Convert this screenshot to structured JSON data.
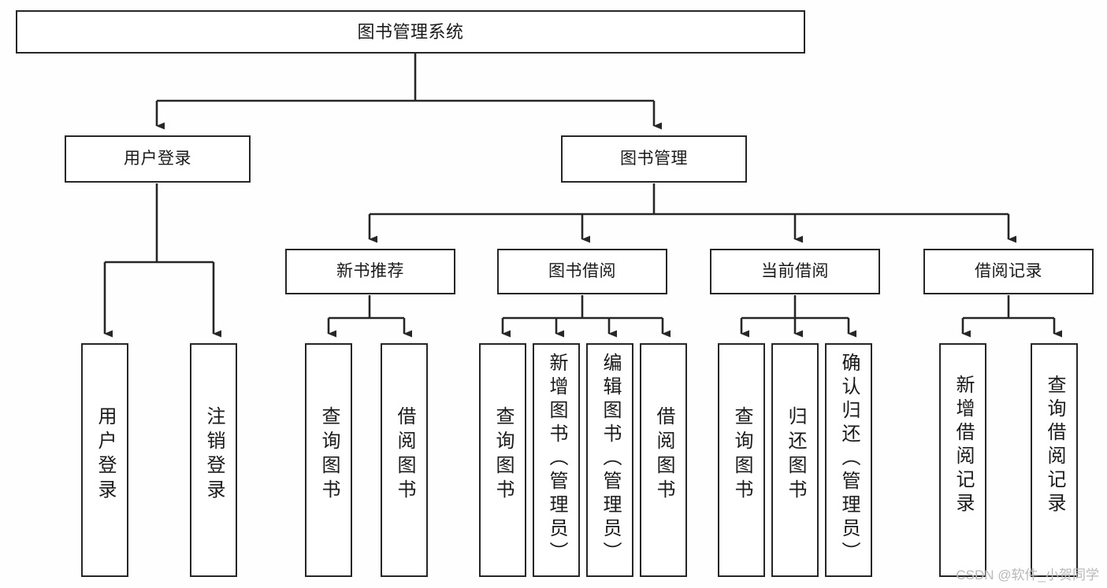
{
  "diagram": {
    "title": "图书管理系统",
    "type": "tree",
    "background_color": "#fefefe",
    "line_color": "#262626",
    "node_fill": "#ffffff",
    "text_color": "#1a1a1a",
    "root": {
      "label": "图书管理系统"
    },
    "level2": [
      {
        "label": "用户登录"
      },
      {
        "label": "图书管理"
      }
    ],
    "level3": [
      {
        "label": "新书推荐"
      },
      {
        "label": "图书借阅"
      },
      {
        "label": "当前借阅"
      },
      {
        "label": "借阅记录"
      }
    ],
    "leaves": {
      "user_login": [
        {
          "label": "用户登录"
        },
        {
          "label": "注销登录"
        }
      ],
      "new_book_recommend": [
        {
          "label": "查询图书"
        },
        {
          "label": "借阅图书"
        }
      ],
      "book_borrow": [
        {
          "label": "查询图书"
        },
        {
          "label": "新增图书（管理员）"
        },
        {
          "label": "编辑图书（管理员）"
        },
        {
          "label": "借阅图书"
        }
      ],
      "current_borrow": [
        {
          "label": "查询图书"
        },
        {
          "label": "归还图书"
        },
        {
          "label": "确认归还（管理员）"
        }
      ],
      "borrow_record": [
        {
          "label": "新增借阅记录"
        },
        {
          "label": "查询借阅记录"
        }
      ]
    }
  },
  "watermark": {
    "text": "CSDN @软件_小贺同学"
  }
}
